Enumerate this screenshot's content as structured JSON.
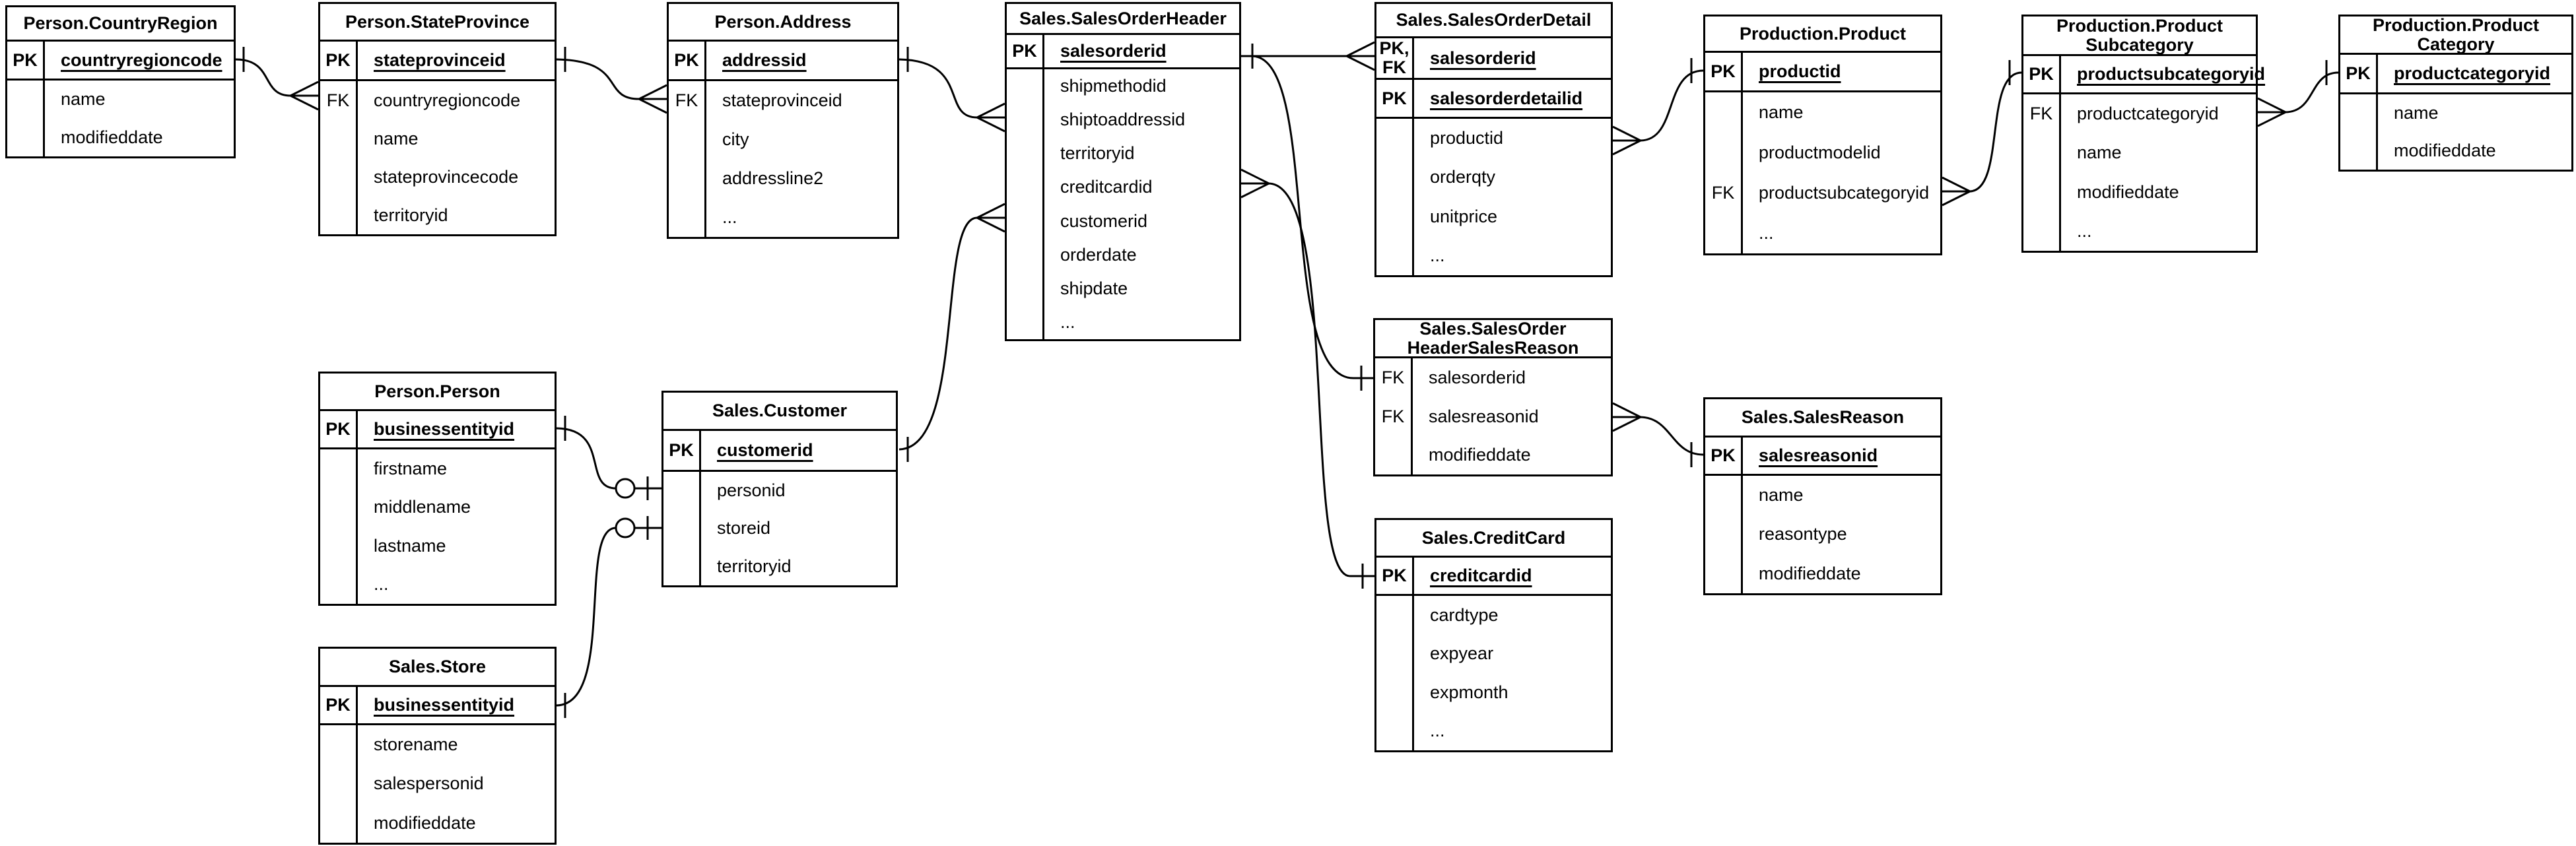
{
  "tables": [
    {
      "id": "person-countryregion",
      "title": "Person.CountryRegion",
      "key_rows": [
        {
          "label": "PK",
          "field": "countryregioncode"
        }
      ],
      "body_rows": [
        {
          "label": "",
          "field": "name"
        },
        {
          "label": "",
          "field": "modifieddate"
        }
      ]
    },
    {
      "id": "person-stateprovince",
      "title": "Person.StateProvince",
      "key_rows": [
        {
          "label": "PK",
          "field": "stateprovinceid"
        }
      ],
      "body_rows": [
        {
          "label": "FK",
          "field": "countryregioncode"
        },
        {
          "label": "",
          "field": "name"
        },
        {
          "label": "",
          "field": "stateprovincecode"
        },
        {
          "label": "",
          "field": "territoryid"
        }
      ]
    },
    {
      "id": "person-address",
      "title": "Person.Address",
      "key_rows": [
        {
          "label": "PK",
          "field": "addressid"
        }
      ],
      "body_rows": [
        {
          "label": "FK",
          "field": "stateprovinceid"
        },
        {
          "label": "",
          "field": "city"
        },
        {
          "label": "",
          "field": "addressline2"
        },
        {
          "label": "",
          "field": "..."
        }
      ]
    },
    {
      "id": "sales-salesorderheader",
      "title": "Sales.SalesOrderHeader",
      "key_rows": [
        {
          "label": "PK",
          "field": "salesorderid"
        }
      ],
      "body_rows": [
        {
          "label": "",
          "field": "shipmethodid"
        },
        {
          "label": "",
          "field": "shiptoaddressid"
        },
        {
          "label": "",
          "field": "territoryid"
        },
        {
          "label": "",
          "field": "creditcardid"
        },
        {
          "label": "",
          "field": "customerid"
        },
        {
          "label": "",
          "field": "orderdate"
        },
        {
          "label": "",
          "field": "shipdate"
        },
        {
          "label": "",
          "field": "..."
        }
      ]
    },
    {
      "id": "sales-salesorderdetail",
      "title": "Sales.SalesOrderDetail",
      "key_rows": [
        {
          "label": "PK,\nFK",
          "field": "salesorderid"
        },
        {
          "label": "PK",
          "field": "salesorderdetailid"
        }
      ],
      "body_rows": [
        {
          "label": "",
          "field": "productid"
        },
        {
          "label": "",
          "field": "orderqty"
        },
        {
          "label": "",
          "field": "unitprice"
        },
        {
          "label": "",
          "field": "..."
        }
      ]
    },
    {
      "id": "production-product",
      "title": "Production.Product",
      "key_rows": [
        {
          "label": "PK",
          "field": "productid"
        }
      ],
      "body_rows": [
        {
          "label": "",
          "field": "name"
        },
        {
          "label": "",
          "field": "productmodelid"
        },
        {
          "label": "FK",
          "field": "productsubcategoryid"
        },
        {
          "label": "",
          "field": "..."
        }
      ]
    },
    {
      "id": "production-productsubcategory",
      "title": "Production.Product\nSubcategory",
      "key_rows": [
        {
          "label": "PK",
          "field": "productsubcategoryid"
        }
      ],
      "body_rows": [
        {
          "label": "FK",
          "field": "productcategoryid"
        },
        {
          "label": "",
          "field": "name"
        },
        {
          "label": "",
          "field": "modifieddate"
        },
        {
          "label": "",
          "field": "..."
        }
      ]
    },
    {
      "id": "production-productcategory",
      "title": "Production.Product\nCategory",
      "key_rows": [
        {
          "label": "PK",
          "field": "productcategoryid"
        }
      ],
      "body_rows": [
        {
          "label": "",
          "field": "name"
        },
        {
          "label": "",
          "field": "modifieddate"
        }
      ]
    },
    {
      "id": "person-person",
      "title": "Person.Person",
      "key_rows": [
        {
          "label": "PK",
          "field": "businessentityid"
        }
      ],
      "body_rows": [
        {
          "label": "",
          "field": "firstname"
        },
        {
          "label": "",
          "field": "middlename"
        },
        {
          "label": "",
          "field": "lastname"
        },
        {
          "label": "",
          "field": "..."
        }
      ]
    },
    {
      "id": "sales-customer",
      "title": "Sales.Customer",
      "key_rows": [
        {
          "label": "PK",
          "field": "customerid"
        }
      ],
      "body_rows": [
        {
          "label": "",
          "field": "personid"
        },
        {
          "label": "",
          "field": "storeid"
        },
        {
          "label": "",
          "field": "territoryid"
        }
      ]
    },
    {
      "id": "sales-salesorderheadersalesreason",
      "title": "Sales.SalesOrder\nHeaderSalesReason",
      "key_rows": [],
      "body_rows": [
        {
          "label": "FK",
          "field": "salesorderid"
        },
        {
          "label": "FK",
          "field": "salesreasonid"
        },
        {
          "label": "",
          "field": "modifieddate"
        }
      ]
    },
    {
      "id": "sales-salesreason",
      "title": "Sales.SalesReason",
      "key_rows": [
        {
          "label": "PK",
          "field": "salesreasonid"
        }
      ],
      "body_rows": [
        {
          "label": "",
          "field": "name"
        },
        {
          "label": "",
          "field": "reasontype"
        },
        {
          "label": "",
          "field": "modifieddate"
        }
      ]
    },
    {
      "id": "sales-creditcard",
      "title": "Sales.CreditCard",
      "key_rows": [
        {
          "label": "PK",
          "field": "creditcardid"
        }
      ],
      "body_rows": [
        {
          "label": "",
          "field": "cardtype"
        },
        {
          "label": "",
          "field": "expyear"
        },
        {
          "label": "",
          "field": "expmonth"
        },
        {
          "label": "",
          "field": "..."
        }
      ]
    },
    {
      "id": "sales-store",
      "title": "Sales.Store",
      "key_rows": [
        {
          "label": "PK",
          "field": "businessentityid"
        }
      ],
      "body_rows": [
        {
          "label": "",
          "field": "storename"
        },
        {
          "label": "",
          "field": "salespersonid"
        },
        {
          "label": "",
          "field": "modifieddate"
        }
      ]
    }
  ],
  "connections": [
    {
      "from": "Person.CountryRegion.countryregioncode",
      "to": "Person.StateProvince.countryregioncode",
      "from_end": "one",
      "to_end": "many"
    },
    {
      "from": "Person.StateProvince.stateprovinceid",
      "to": "Person.Address.stateprovinceid",
      "from_end": "one",
      "to_end": "many"
    },
    {
      "from": "Person.Address.addressid",
      "to": "Sales.SalesOrderHeader.shiptoaddressid",
      "from_end": "one",
      "to_end": "many"
    },
    {
      "from": "Sales.SalesOrderHeader.salesorderid",
      "to": "Sales.SalesOrderDetail.salesorderid",
      "from_end": "one",
      "to_end": "many"
    },
    {
      "from": "Sales.SalesOrderHeader.salesorderid",
      "to": "Sales.SalesOrderHeaderSalesReason.salesorderid",
      "from_end": "one",
      "to_end": "one"
    },
    {
      "from": "Sales.CreditCard.creditcardid",
      "to": "Sales.SalesOrderHeader.creditcardid",
      "from_end": "one",
      "to_end": "many"
    },
    {
      "from": "Sales.Customer.customerid",
      "to": "Sales.SalesOrderHeader.customerid",
      "from_end": "one",
      "to_end": "many"
    },
    {
      "from": "Person.Person.businessentityid",
      "to": "Sales.Customer.personid",
      "from_end": "one",
      "to_end": "zero-or-one"
    },
    {
      "from": "Sales.Store.businessentityid",
      "to": "Sales.Customer.storeid",
      "from_end": "one",
      "to_end": "zero-or-one"
    },
    {
      "from": "Production.Product.productid",
      "to": "Sales.SalesOrderDetail.productid",
      "from_end": "one",
      "to_end": "many"
    },
    {
      "from": "Production.ProductSubcategory.productsubcategoryid",
      "to": "Production.Product.productsubcategoryid",
      "from_end": "one",
      "to_end": "many"
    },
    {
      "from": "Production.ProductCategory.productcategoryid",
      "to": "Production.ProductSubcategory.productcategoryid",
      "from_end": "one",
      "to_end": "many"
    },
    {
      "from": "Sales.SalesReason.salesreasonid",
      "to": "Sales.SalesOrderHeaderSalesReason.salesreasonid",
      "from_end": "one",
      "to_end": "many"
    }
  ],
  "colors": {
    "line": "#000000",
    "background": "#ffffff",
    "text": "#000000"
  }
}
